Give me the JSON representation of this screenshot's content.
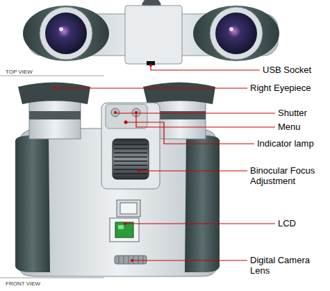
{
  "diagram": {
    "labels": [
      "TOP VIEW",
      "USB Socket",
      "Right Eyepiece",
      "Shutter",
      "Menu",
      "Indicator lamp",
      "Binocular Focus Adjustment",
      "LCD",
      "Digital Camera Lens",
      "FRONT VIEW"
    ]
  }
}
